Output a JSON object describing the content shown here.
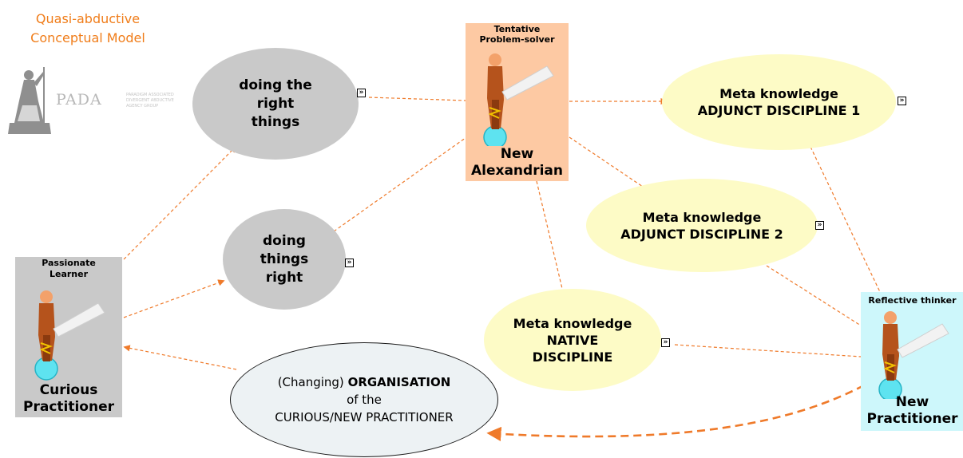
{
  "title": {
    "line1": "Quasi-abductive",
    "line2": "Conceptual Model"
  },
  "logo": {
    "wordmark": "PADA",
    "fine_print": "PARADIGM ASSOCIATED\nDIVERGENT ABDUCTIVE\nAGENCY GROUP"
  },
  "nodes": {
    "doing_right_things": {
      "lines": [
        "doing the",
        "right",
        "things"
      ]
    },
    "doing_things_right": {
      "lines": [
        "doing",
        "things",
        "right"
      ]
    },
    "adjunct1": {
      "line1": "Meta knowledge",
      "line2": "ADJUNCT DISCIPLINE 1"
    },
    "adjunct2": {
      "line1": "Meta knowledge",
      "line2": "ADJUNCT DISCIPLINE 2"
    },
    "native": {
      "line1": "Meta knowledge",
      "line2": "NATIVE",
      "line3": "DISCIPLINE"
    },
    "organisation": {
      "prefix": "(Changing) ",
      "bold": "ORGANISATION",
      "line2": "of the",
      "line3": "CURIOUS/NEW PRACTITIONER"
    }
  },
  "cards": {
    "alexandrian": {
      "role_line1": "Tentative",
      "role_line2": "Problem-solver",
      "name_line1": "New",
      "name_line2": "Alexandrian",
      "bg": "#fdc9a3"
    },
    "learner": {
      "role_line1": "Passionate",
      "role_line2": "Learner",
      "name_line1": "Curious",
      "name_line2": "Practitioner",
      "bg": "#c9c9c9"
    },
    "reflective": {
      "role_line1": "Reflective thinker",
      "name_line1": "New",
      "name_line2": "Practitioner",
      "bg": "#cdf7fb"
    }
  },
  "expand_glyph": "»",
  "colors": {
    "accent": "#f07d1a",
    "link": "#ef7a2a",
    "gray_node": "#c9c9c9",
    "yellow_node": "#fdfbc6",
    "org_node": "#edf2f4"
  }
}
